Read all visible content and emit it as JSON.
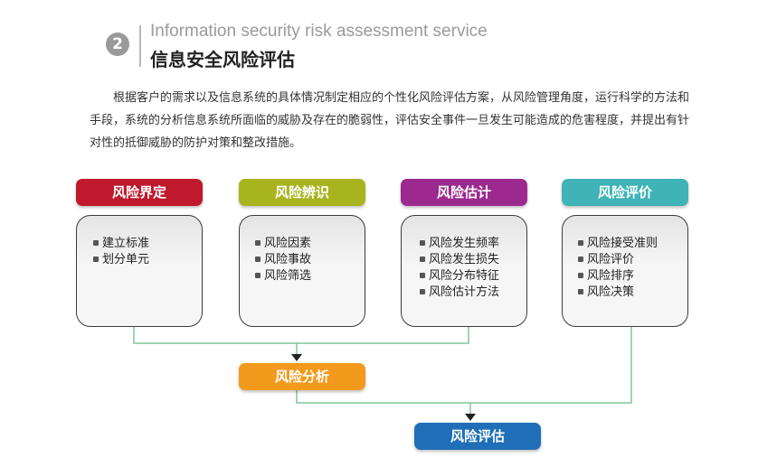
{
  "header": {
    "number": "2",
    "title_en": "Information security risk assessment service",
    "title_cn": "信息安全风险评估"
  },
  "intro": "根据客户的需求以及信息系统的具体情况制定相应的个性化风险评估方案，从风险管理角度，运行科学的方法和手段，系统的分析信息系统所面临的威胁及存在的脆弱性，评估安全事件一旦发生可能造成的危害程度，并提出有针对性的抵御威胁的防护对策和整改措施。",
  "stages": [
    {
      "label": "风险界定",
      "color": "#c0182c",
      "items": [
        "建立标准",
        "划分单元"
      ]
    },
    {
      "label": "风险辨识",
      "color": "#a8b41e",
      "items": [
        "风险因素",
        "风险事故",
        "风险筛选"
      ]
    },
    {
      "label": "风险估计",
      "color": "#9c2a8e",
      "items": [
        "风险发生频率",
        "风险发生损失",
        "风险分布特征",
        "风险估计方法"
      ]
    },
    {
      "label": "风险评价",
      "color": "#3fb3b6",
      "items": [
        "风险接受准则",
        "风险评价",
        "风险排序",
        "风险决策"
      ]
    }
  ],
  "analysis": {
    "label": "风险分析",
    "color": "#f39a1c"
  },
  "assessment": {
    "label": "风险评估",
    "color": "#1e6fb8"
  },
  "colors": {
    "connector": "#7fc59b",
    "arrow": "#222222"
  }
}
